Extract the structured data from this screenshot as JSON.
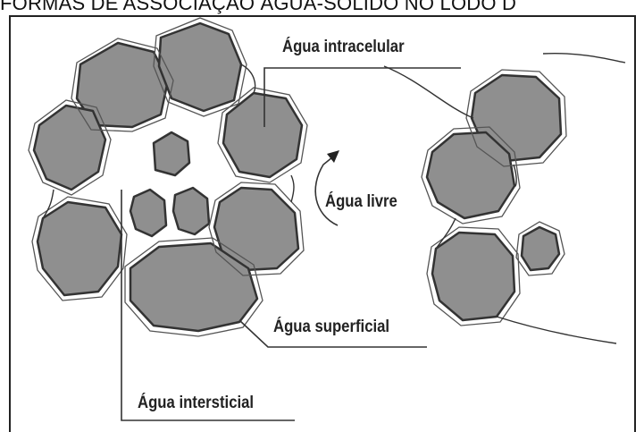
{
  "title": "FORMAS DE ASSOCIAÇÃO ÁGUA-SÓLIDO NO LODO D",
  "labels": {
    "intracelular": "Água intracelular",
    "livre": "Água livre",
    "superficial": "Água superficial",
    "intersticial": "Água intersticial"
  },
  "colors": {
    "particle_fill": "#8f8f8f",
    "outline": "#333333",
    "background": "#ffffff"
  }
}
